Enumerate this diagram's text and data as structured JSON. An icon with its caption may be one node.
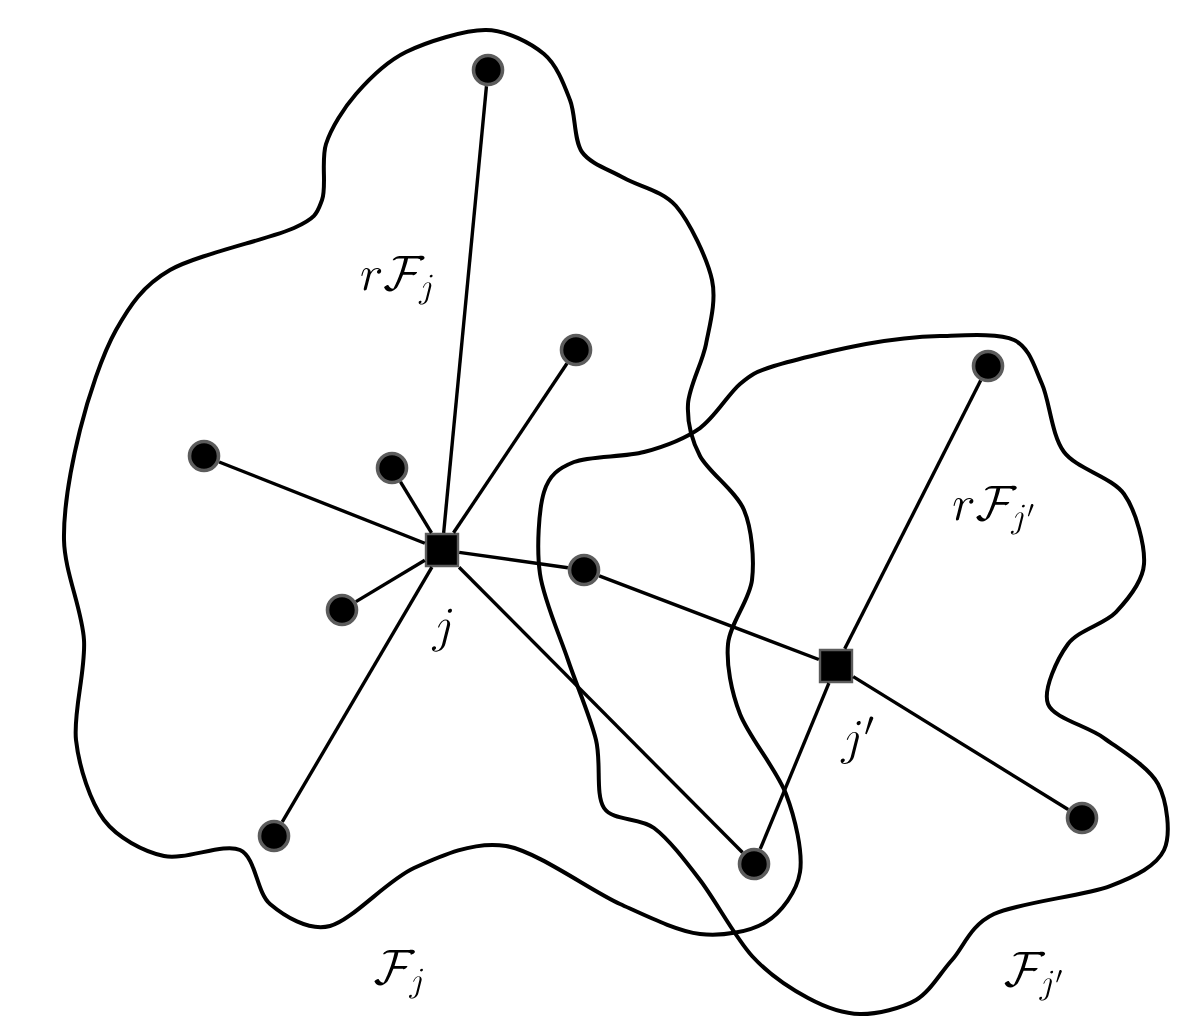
{
  "diagram": {
    "nodes": [
      {
        "text": [
          "\\mathcal{F}_j"
        ]
      },
      {
        "text": [
          "\\mathcal{F}_{j'}"
        ]
      },
      {
        "text": [],
        "shape": "circle",
        "in": 0
      },
      {
        "text": [],
        "shape": "circle",
        "in": 0
      },
      {
        "text": [],
        "shape": "circle",
        "in": 1
      },
      {
        "text": [],
        "shape": "circle",
        "in": 0
      },
      {
        "text": [],
        "shape": "circle",
        "in": 0
      },
      {
        "text": [],
        "shape": "box",
        "beside": [
          "j"
        ],
        "in": 0
      },
      {
        "text": [],
        "shape": "circle"
      },
      {
        "text": [],
        "shape": "circle",
        "in": 0
      },
      {
        "text": [],
        "shape": "box",
        "beside": [
          "j'"
        ],
        "in": 1
      },
      {
        "text": [],
        "shape": "circle",
        "in": 1
      },
      {
        "text": [],
        "shape": "circle",
        "in": 0
      },
      {
        "text": [],
        "shape": "circle"
      }
    ],
    "edges": [
      {
        "from": 7,
        "to": 2,
        "arrow": "none",
        "label": "r\\mathcal{F}_j"
      },
      {
        "from": 7,
        "to": 3,
        "arrow": "none"
      },
      {
        "from": 7,
        "to": 5,
        "arrow": "none"
      },
      {
        "from": 7,
        "to": 6,
        "arrow": "none"
      },
      {
        "from": 7,
        "to": 8,
        "arrow": "none"
      },
      {
        "from": 7,
        "to": 9,
        "arrow": "none"
      },
      {
        "from": 7,
        "to": 12,
        "arrow": "none"
      },
      {
        "from": 7,
        "to": 13,
        "arrow": "none"
      },
      {
        "from": 10,
        "to": 4,
        "arrow": "none",
        "label": "r\\mathcal{F}_{j'}"
      },
      {
        "from": 10,
        "to": 8,
        "arrow": "none"
      },
      {
        "from": 10,
        "to": 11,
        "arrow": "none"
      },
      {
        "from": 10,
        "to": 13,
        "arrow": "none"
      }
    ]
  }
}
